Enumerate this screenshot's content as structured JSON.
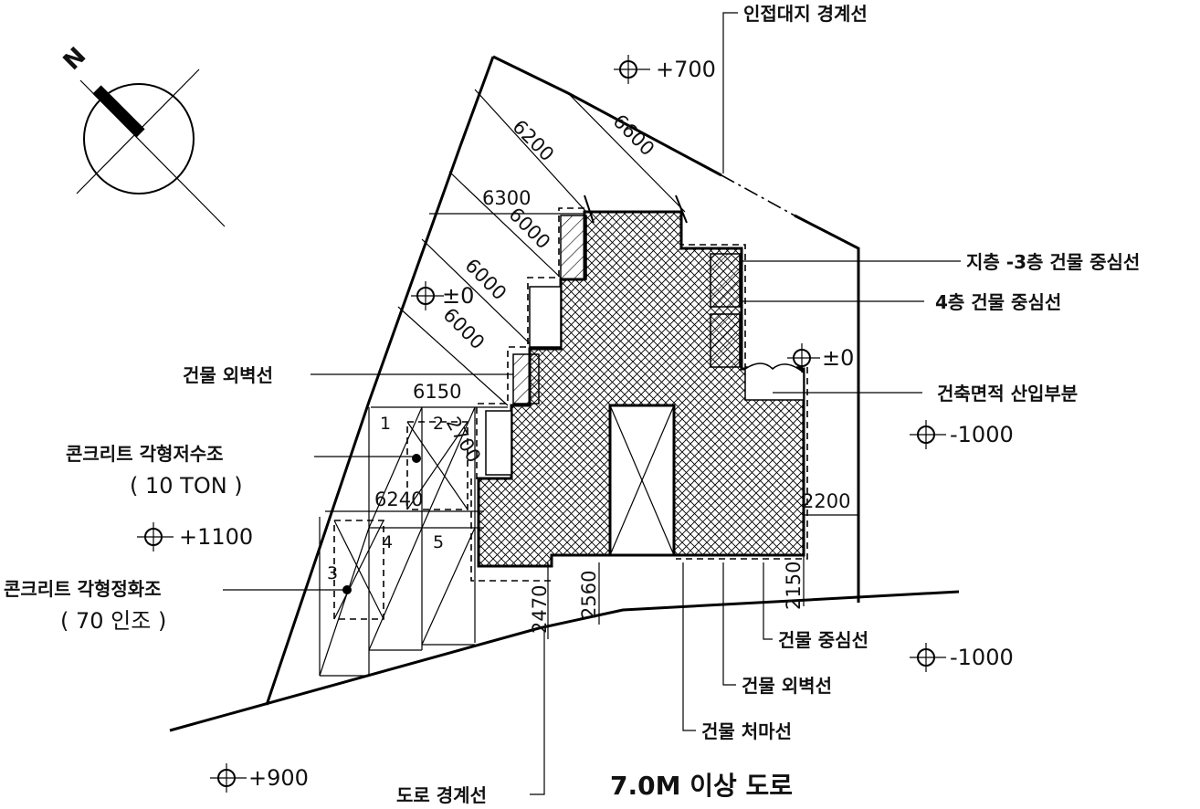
{
  "title": "7.0M 이상 도로",
  "north_mark": "N",
  "labels": {
    "adjacent_boundary": "인접대지 경계선",
    "center_b3": "지층 -3층 건물 중심선",
    "center_4f": "4층 건물 중심선",
    "area_included": "건축면적 산입부분",
    "outer_wall_left": "건물 외벽선",
    "water_tank": "콘크리트 각형저수조",
    "water_tank_cap": "( 10 TON )",
    "septic_tank": "콘크리트 각형정화조",
    "septic_tank_cap": "( 70 인조 )",
    "center_bottom": "건물 중심선",
    "outer_wall_bottom": "건물 외벽선",
    "eaves": "건물 처마선",
    "road_boundary": "도로 경계선"
  },
  "dimensions": {
    "d6200": "6200",
    "d6600": "6600",
    "d6300": "6300",
    "d6000a": "6000",
    "d6000b": "6000",
    "d6000c": "6000",
    "d6150": "6150",
    "d2700": "2700",
    "d6240": "6240",
    "d2200": "2200",
    "d2470": "2470",
    "d2560": "2560",
    "d2150": "2150"
  },
  "levels": {
    "top": "+700",
    "left_mid": "±0",
    "right_mid": "±0",
    "right_a": "-1000",
    "left_b": "+1100",
    "right_b": "-1000",
    "bottom_left": "+900"
  },
  "parking": [
    "1",
    "2",
    "3",
    "4",
    "5"
  ]
}
